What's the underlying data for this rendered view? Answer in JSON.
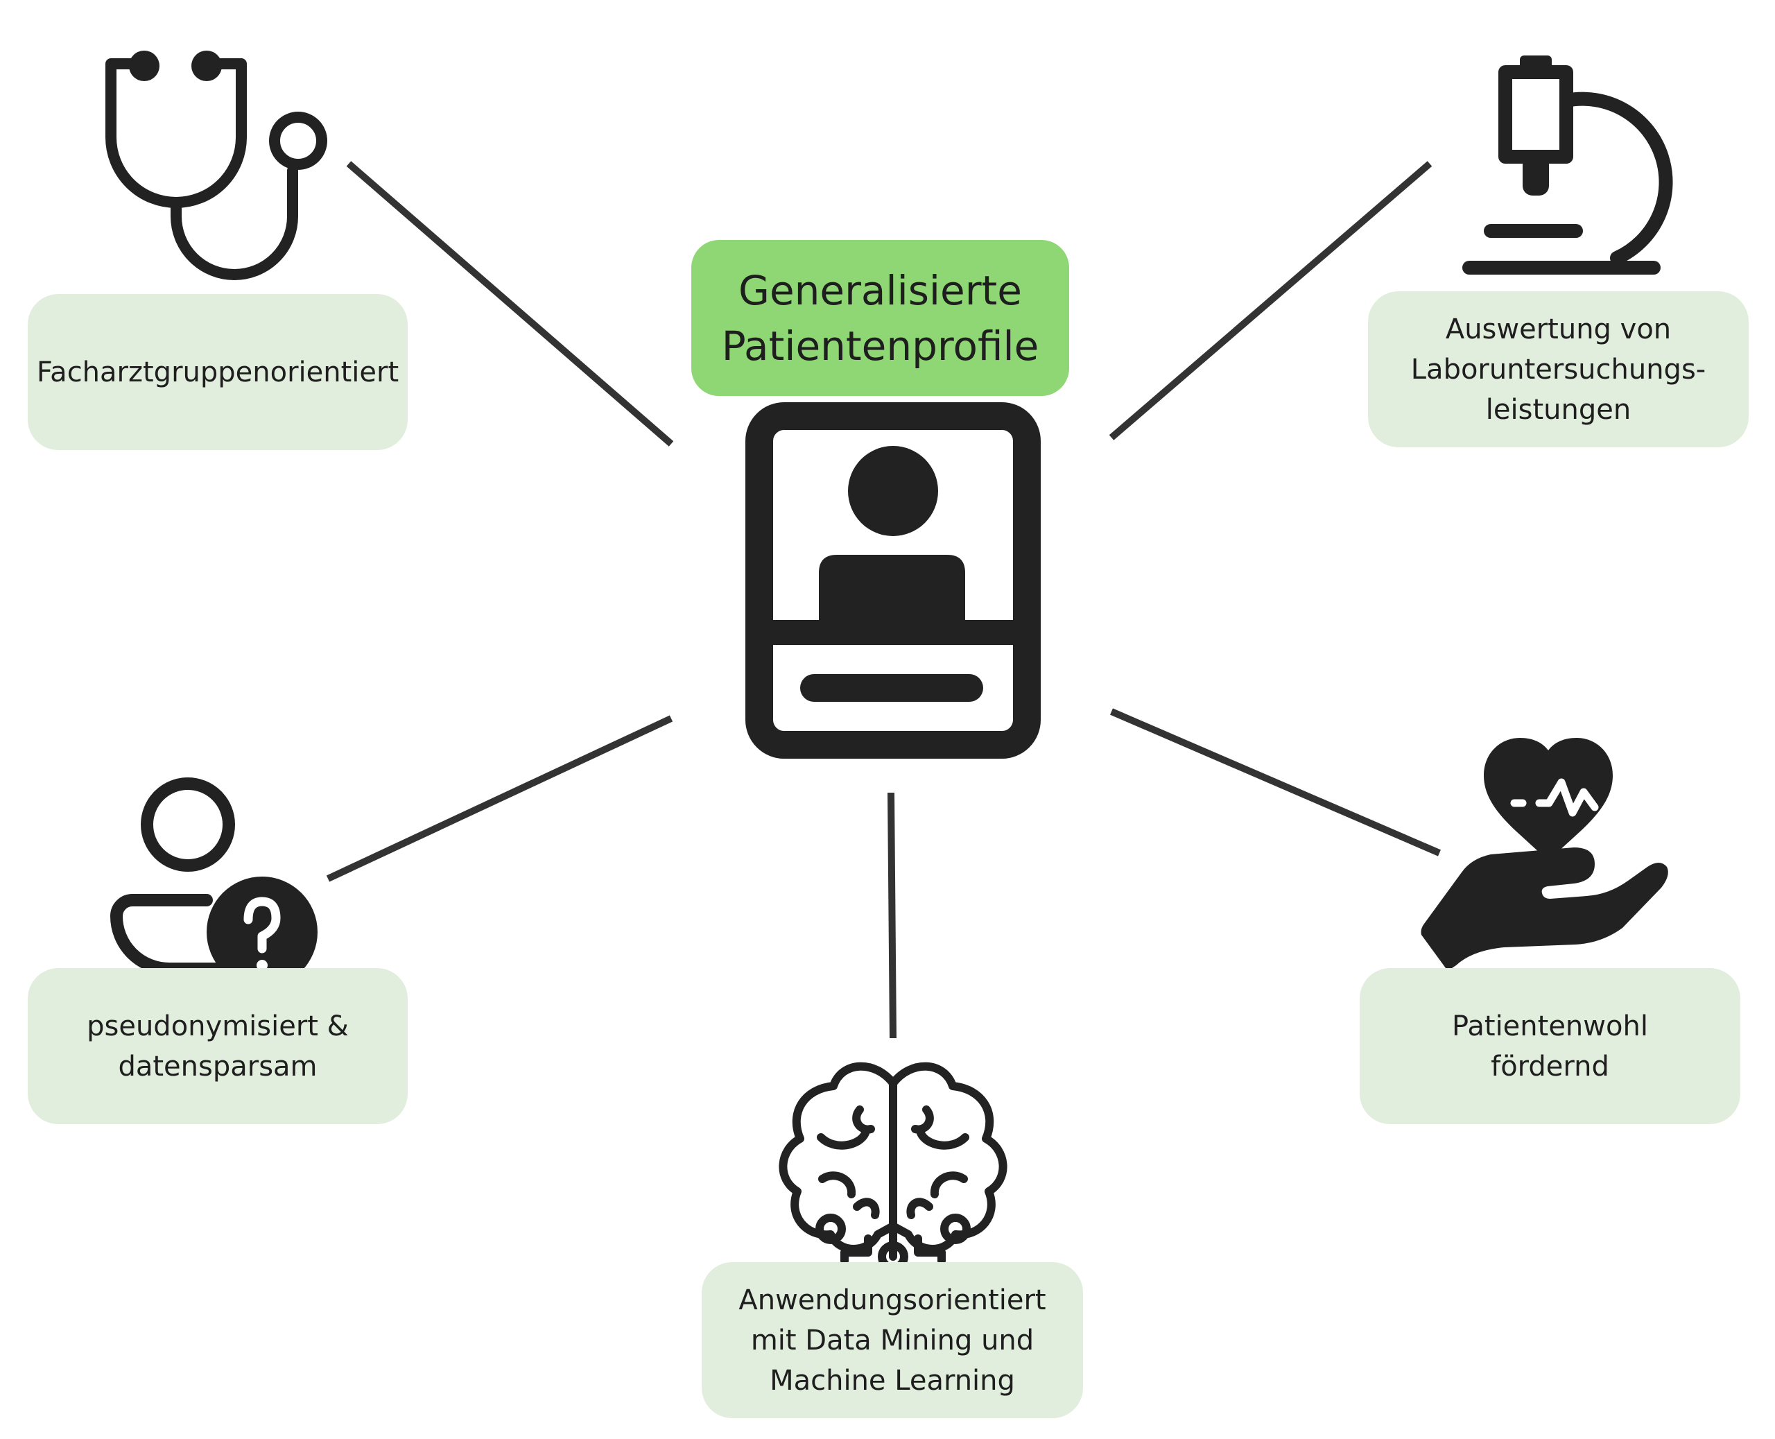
{
  "colors": {
    "label_box_fill": "#e2eedd",
    "center_box_fill": "#8fd674",
    "line_color": "#333333",
    "icon_color": "#222222",
    "text_color": "#1e1e1e"
  },
  "center": {
    "icon": "patient-profile-card-icon",
    "label_lines": [
      "Generalisierte",
      "Patientenprofile"
    ]
  },
  "nodes": [
    {
      "id": "facharzt",
      "icon": "stethoscope-icon",
      "label_lines": [
        "Facharztgruppenorientiert"
      ]
    },
    {
      "id": "labor",
      "icon": "microscope-icon",
      "label_lines": [
        "Auswertung von",
        "Laboruntersuchungs-",
        "leistungen"
      ]
    },
    {
      "id": "pseudonym",
      "icon": "user-question-icon",
      "label_lines": [
        "pseudonymisiert &",
        "datensparsam"
      ]
    },
    {
      "id": "anwendung",
      "icon": "brain-circuit-icon",
      "label_lines": [
        "Anwendungsorientiert",
        "mit Data Mining und",
        "Machine Learning"
      ]
    },
    {
      "id": "patientenwohl",
      "icon": "heart-in-hand-icon",
      "label_lines": [
        "Patientenwohl",
        "fördernd"
      ]
    }
  ]
}
